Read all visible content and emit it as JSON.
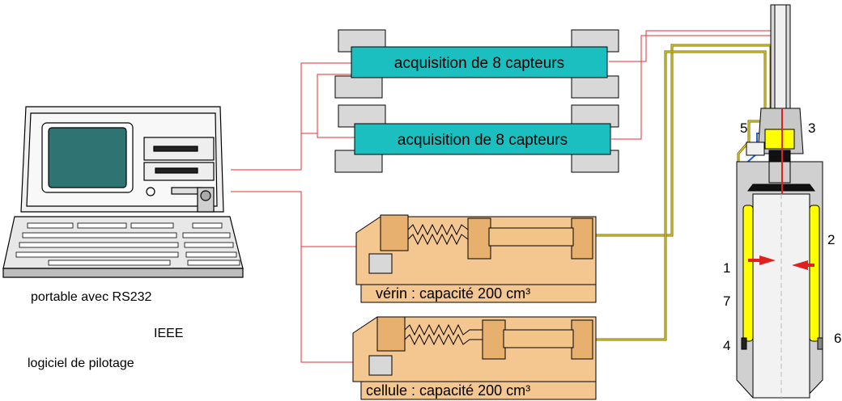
{
  "computer": {
    "caption_line1": "portable avec RS232",
    "caption_line2": "IEEE",
    "caption_line3": "logiciel de pilotage"
  },
  "acquisition": [
    {
      "label": "acquisition de 8 capteurs"
    },
    {
      "label": "acquisition de 8 capteurs"
    }
  ],
  "pumps": [
    {
      "label": "vérin : capacité 200 cm³"
    },
    {
      "label": "cellule : capacité 200 cm³"
    }
  ],
  "cell_markers": {
    "m1": "1",
    "m2": "2",
    "m3": "3",
    "m4": "4",
    "m5": "5",
    "m6": "6",
    "m7": "7"
  },
  "colors": {
    "acquisition_fill": "#1cbfbf",
    "pump_fill": "#f4c690",
    "yellow_part": "#ffff00",
    "wire_red": "#e03030",
    "wire_yellow": "#d8c800",
    "arrow_red": "#e0201f"
  }
}
